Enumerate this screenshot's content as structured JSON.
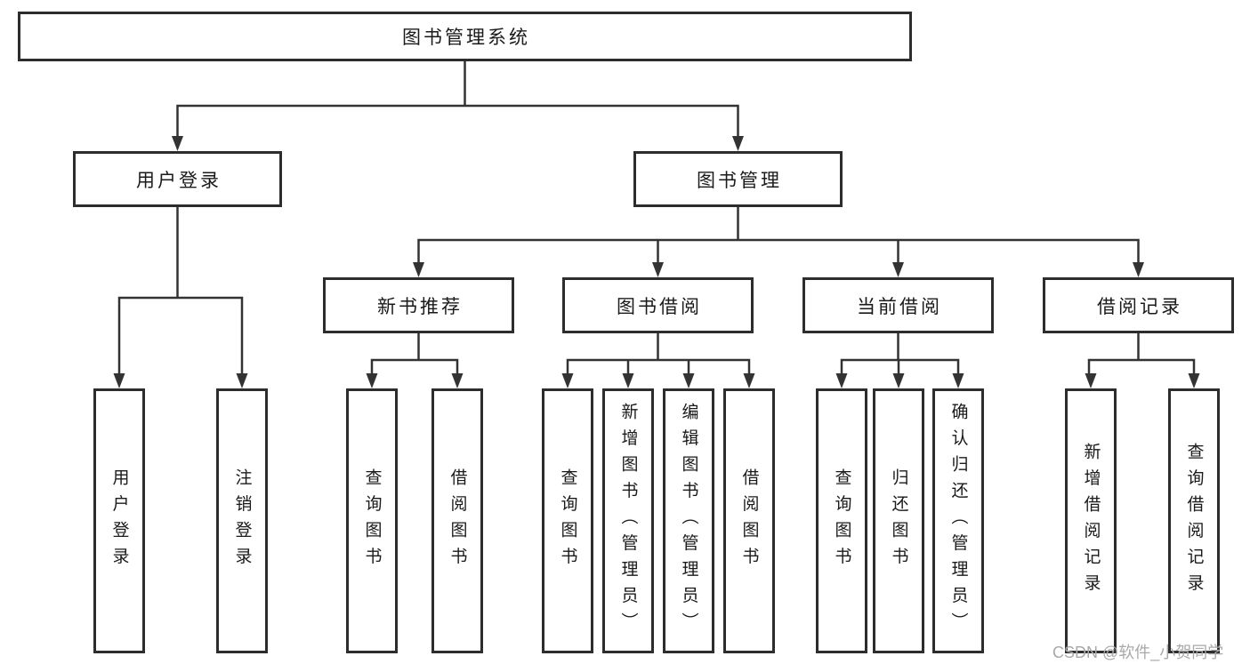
{
  "tree": {
    "label": "图书管理系统",
    "children": [
      {
        "label": "用户登录",
        "children": [
          {
            "label": "用户登录"
          },
          {
            "label": "注销登录"
          }
        ]
      },
      {
        "label": "图书管理",
        "children": [
          {
            "label": "新书推荐",
            "children": [
              {
                "label": "查询图书"
              },
              {
                "label": "借阅图书"
              }
            ]
          },
          {
            "label": "图书借阅",
            "children": [
              {
                "label": "查询图书"
              },
              {
                "label": "新增图书（管理员）"
              },
              {
                "label": "编辑图书（管理员）"
              },
              {
                "label": "借阅图书"
              }
            ]
          },
          {
            "label": "当前借阅",
            "children": [
              {
                "label": "查询图书"
              },
              {
                "label": "归还图书"
              },
              {
                "label": "确认归还（管理员）"
              }
            ]
          },
          {
            "label": "借阅记录",
            "children": [
              {
                "label": "新增借阅记录"
              },
              {
                "label": "查询借阅记录"
              }
            ]
          }
        ]
      }
    ]
  },
  "watermark": {
    "text": "CSDN @软件_小贺同学"
  },
  "colors": {
    "line": "#333333",
    "box_border": "#2d2d2d",
    "box_fill": "#ffffff",
    "text": "#1a1a1a",
    "watermark": "#a9a9a9"
  }
}
